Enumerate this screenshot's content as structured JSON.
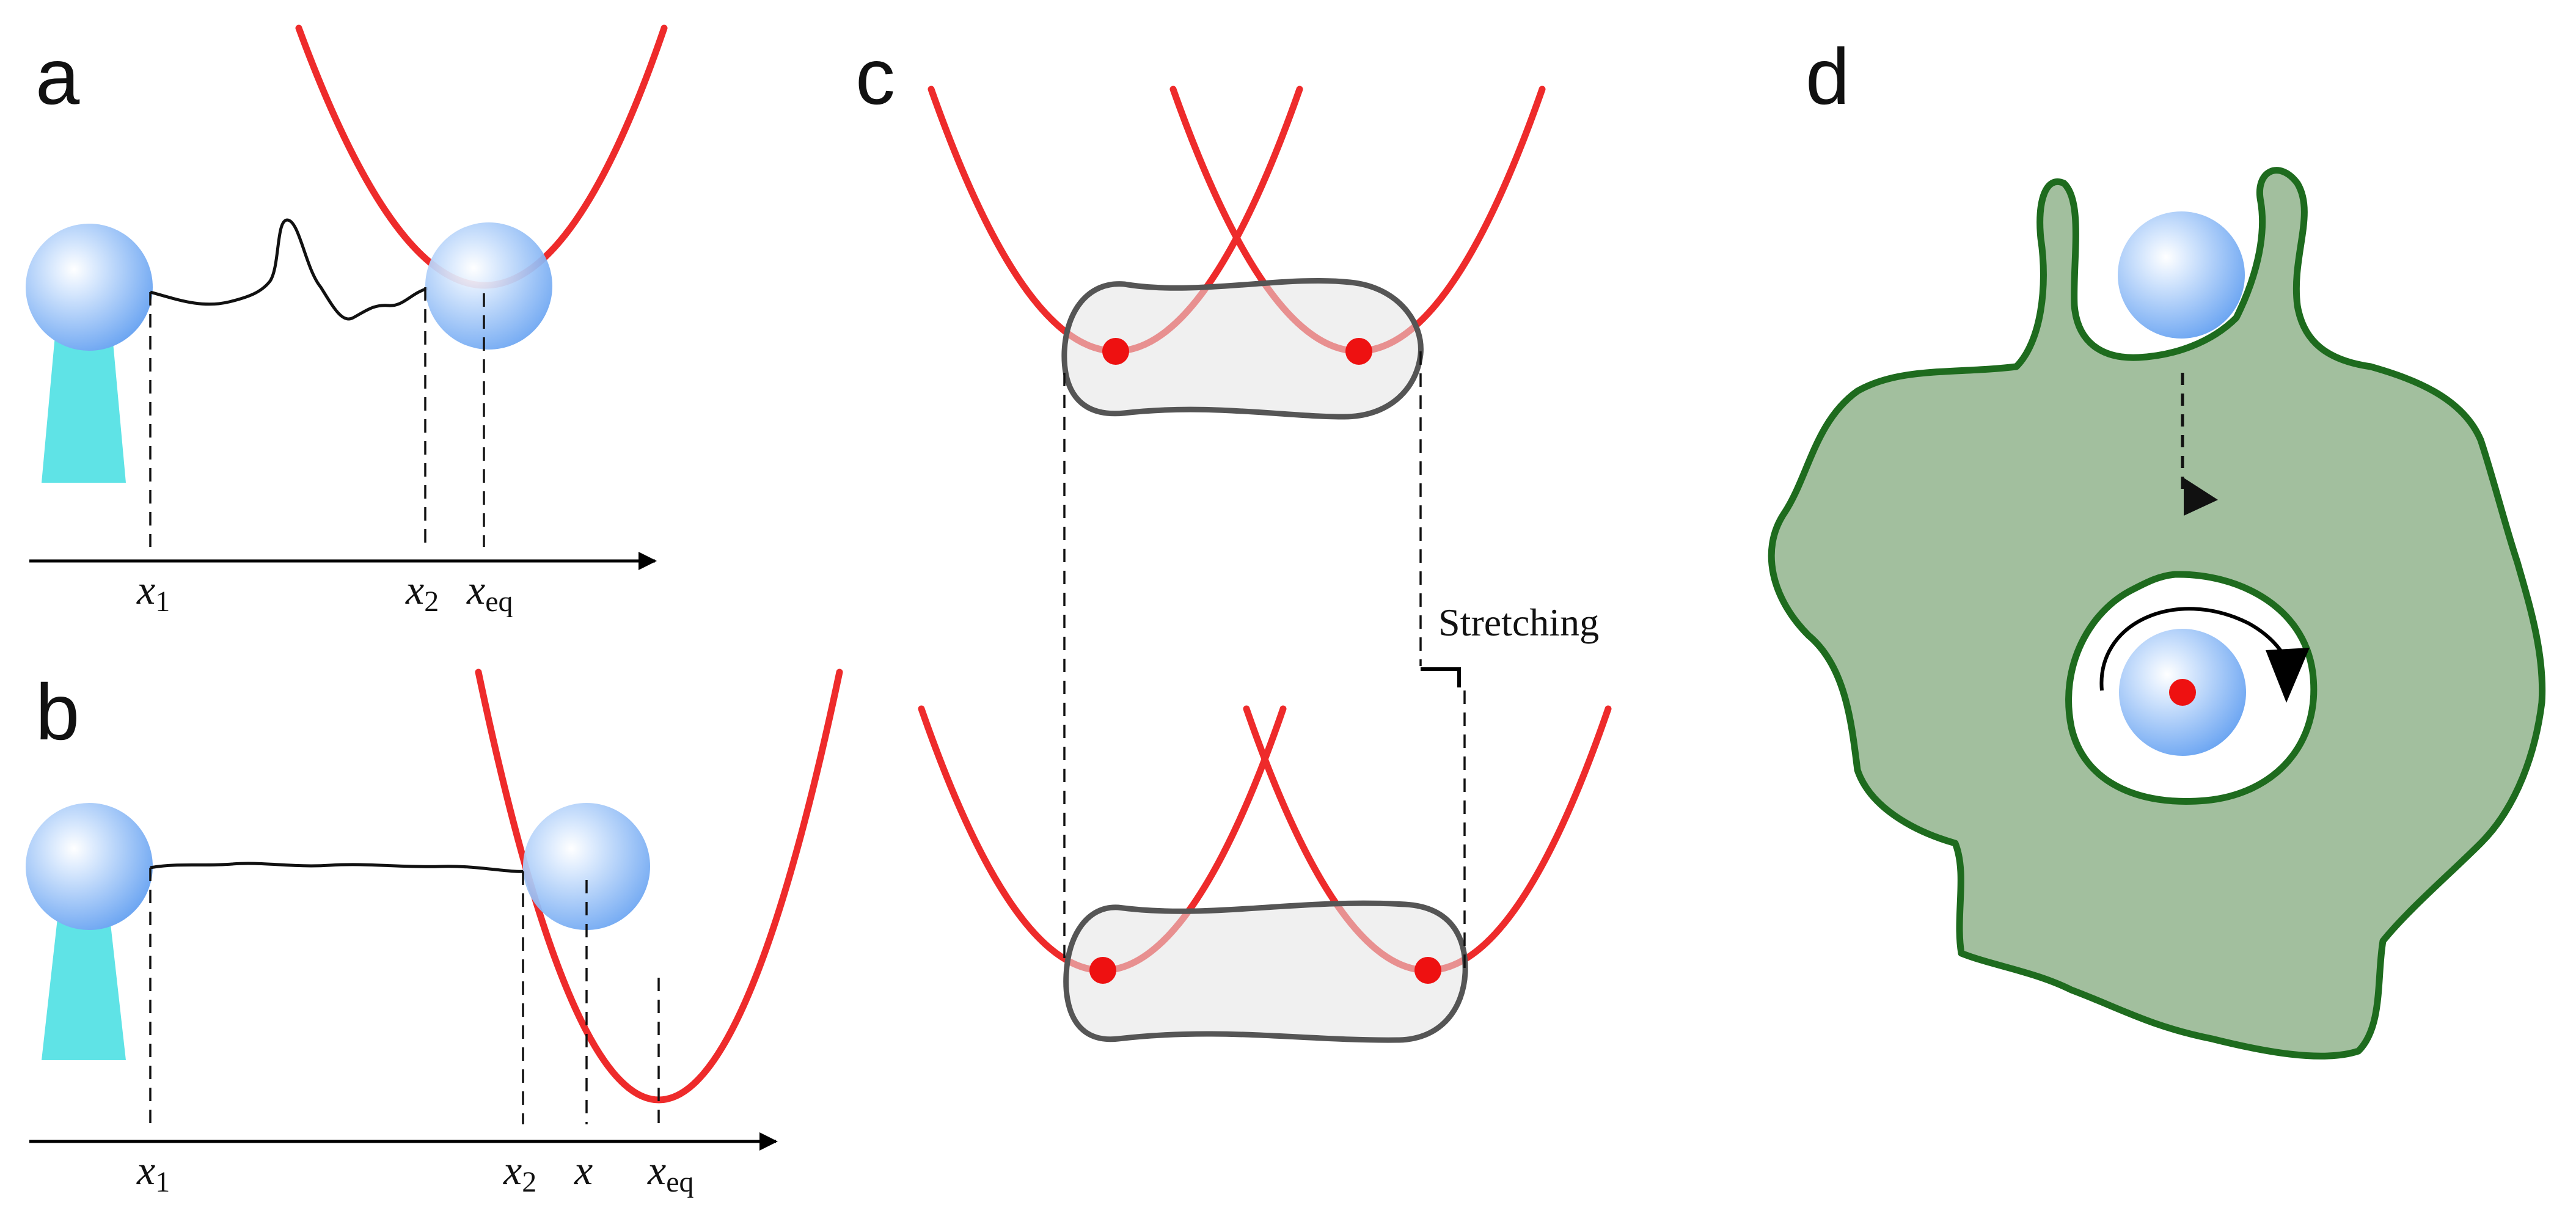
{
  "panels": {
    "a": {
      "label": "a",
      "ticks": {
        "x1": "x",
        "x1_sub": "1",
        "x2": "x",
        "x2_sub": "2",
        "xeq": "x",
        "xeq_sub": "eq"
      }
    },
    "b": {
      "label": "b",
      "ticks": {
        "x1": "x",
        "x1_sub": "1",
        "x2": "x",
        "x2_sub": "2",
        "x": "x",
        "xeq": "x",
        "xeq_sub": "eq"
      }
    },
    "c": {
      "label": "c",
      "annotation": "Stretching"
    },
    "d": {
      "label": "d"
    }
  },
  "colors": {
    "potential": "#ee2b2b",
    "bead": "#86b6f4",
    "pedestal": "#5fe3e6",
    "cell_fill": "#a2bf9e",
    "cell_edge": "#1e6b1e",
    "trap_center": "#ee1111"
  }
}
